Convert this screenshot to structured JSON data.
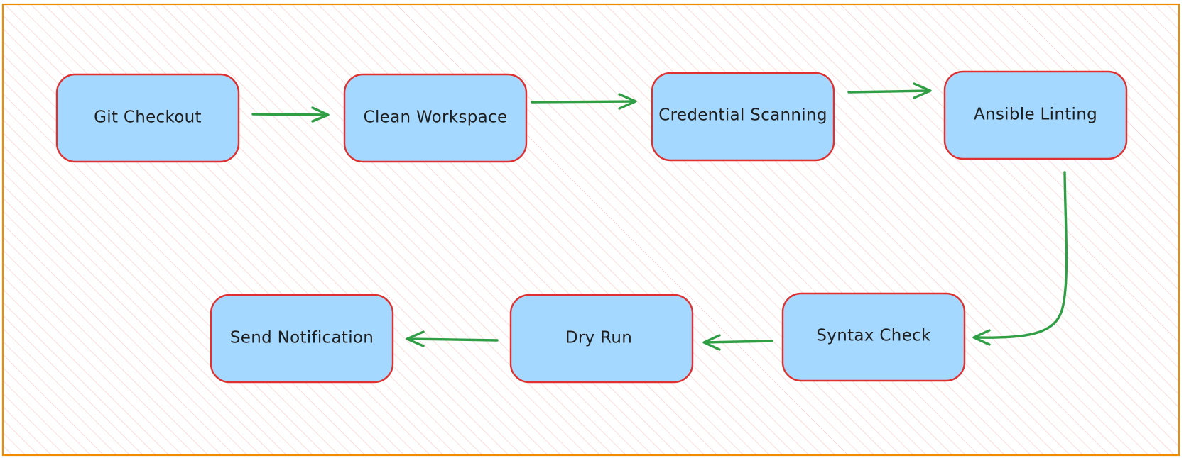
{
  "colors": {
    "frame_stroke": "#f08c00",
    "hatch": "#ffc9c9",
    "node_fill": "#a5d8ff",
    "node_stroke": "#e03131",
    "arrow": "#2f9e44",
    "text": "#1e1e1e"
  },
  "steps": [
    {
      "label": "Git Checkout"
    },
    {
      "label": "Clean Workspace"
    },
    {
      "label": "Credential Scanning"
    },
    {
      "label": "Ansible Linting"
    },
    {
      "label": "Syntax Check"
    },
    {
      "label": "Dry Run"
    },
    {
      "label": "Send Notification"
    }
  ]
}
